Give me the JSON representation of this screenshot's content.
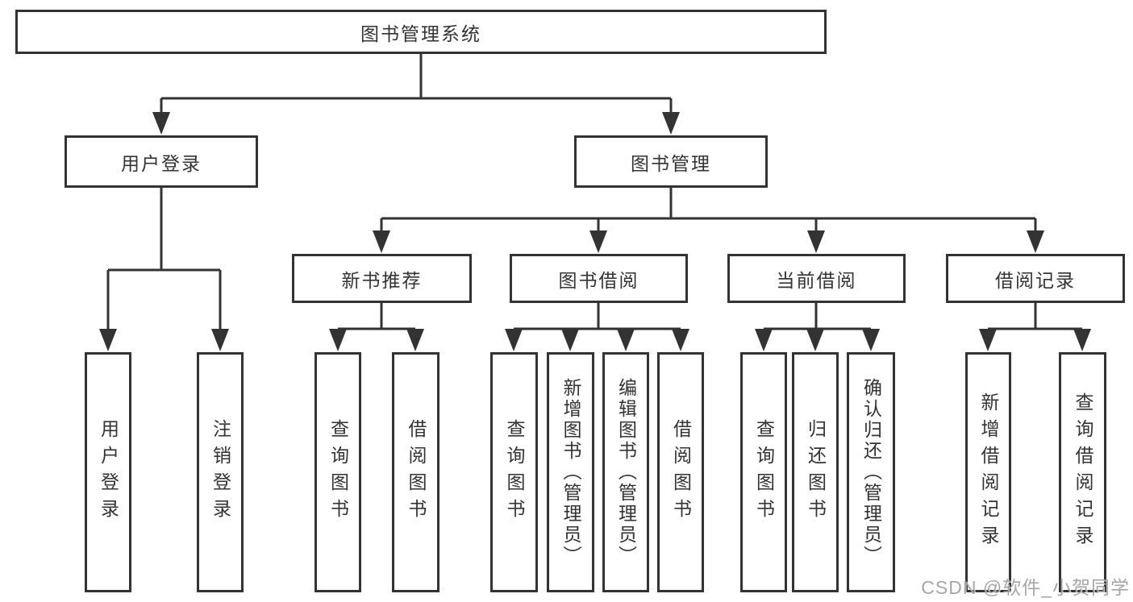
{
  "watermark": "CSDN @软件_小贺同学",
  "colors": {
    "line": "#333333",
    "text": "#333333",
    "background": "#ffffff",
    "watermark": "#969696"
  },
  "tree": {
    "root": {
      "label": "图书管理系统"
    },
    "children": [
      {
        "label": "用户登录",
        "children": [
          {
            "label": "用户登录"
          },
          {
            "label": "注销登录"
          }
        ]
      },
      {
        "label": "图书管理",
        "children": [
          {
            "label": "新书推荐",
            "children": [
              {
                "label": "查询图书"
              },
              {
                "label": "借阅图书"
              }
            ]
          },
          {
            "label": "图书借阅",
            "children": [
              {
                "label": "查询图书"
              },
              {
                "label": "新增图书（管理员）"
              },
              {
                "label": "编辑图书（管理员）"
              },
              {
                "label": "借阅图书"
              }
            ]
          },
          {
            "label": "当前借阅",
            "children": [
              {
                "label": "查询图书"
              },
              {
                "label": "归还图书"
              },
              {
                "label": "确认归还（管理员）"
              }
            ]
          },
          {
            "label": "借阅记录",
            "children": [
              {
                "label": "新增借阅记录"
              },
              {
                "label": "查询借阅记录"
              }
            ]
          }
        ]
      }
    ]
  }
}
